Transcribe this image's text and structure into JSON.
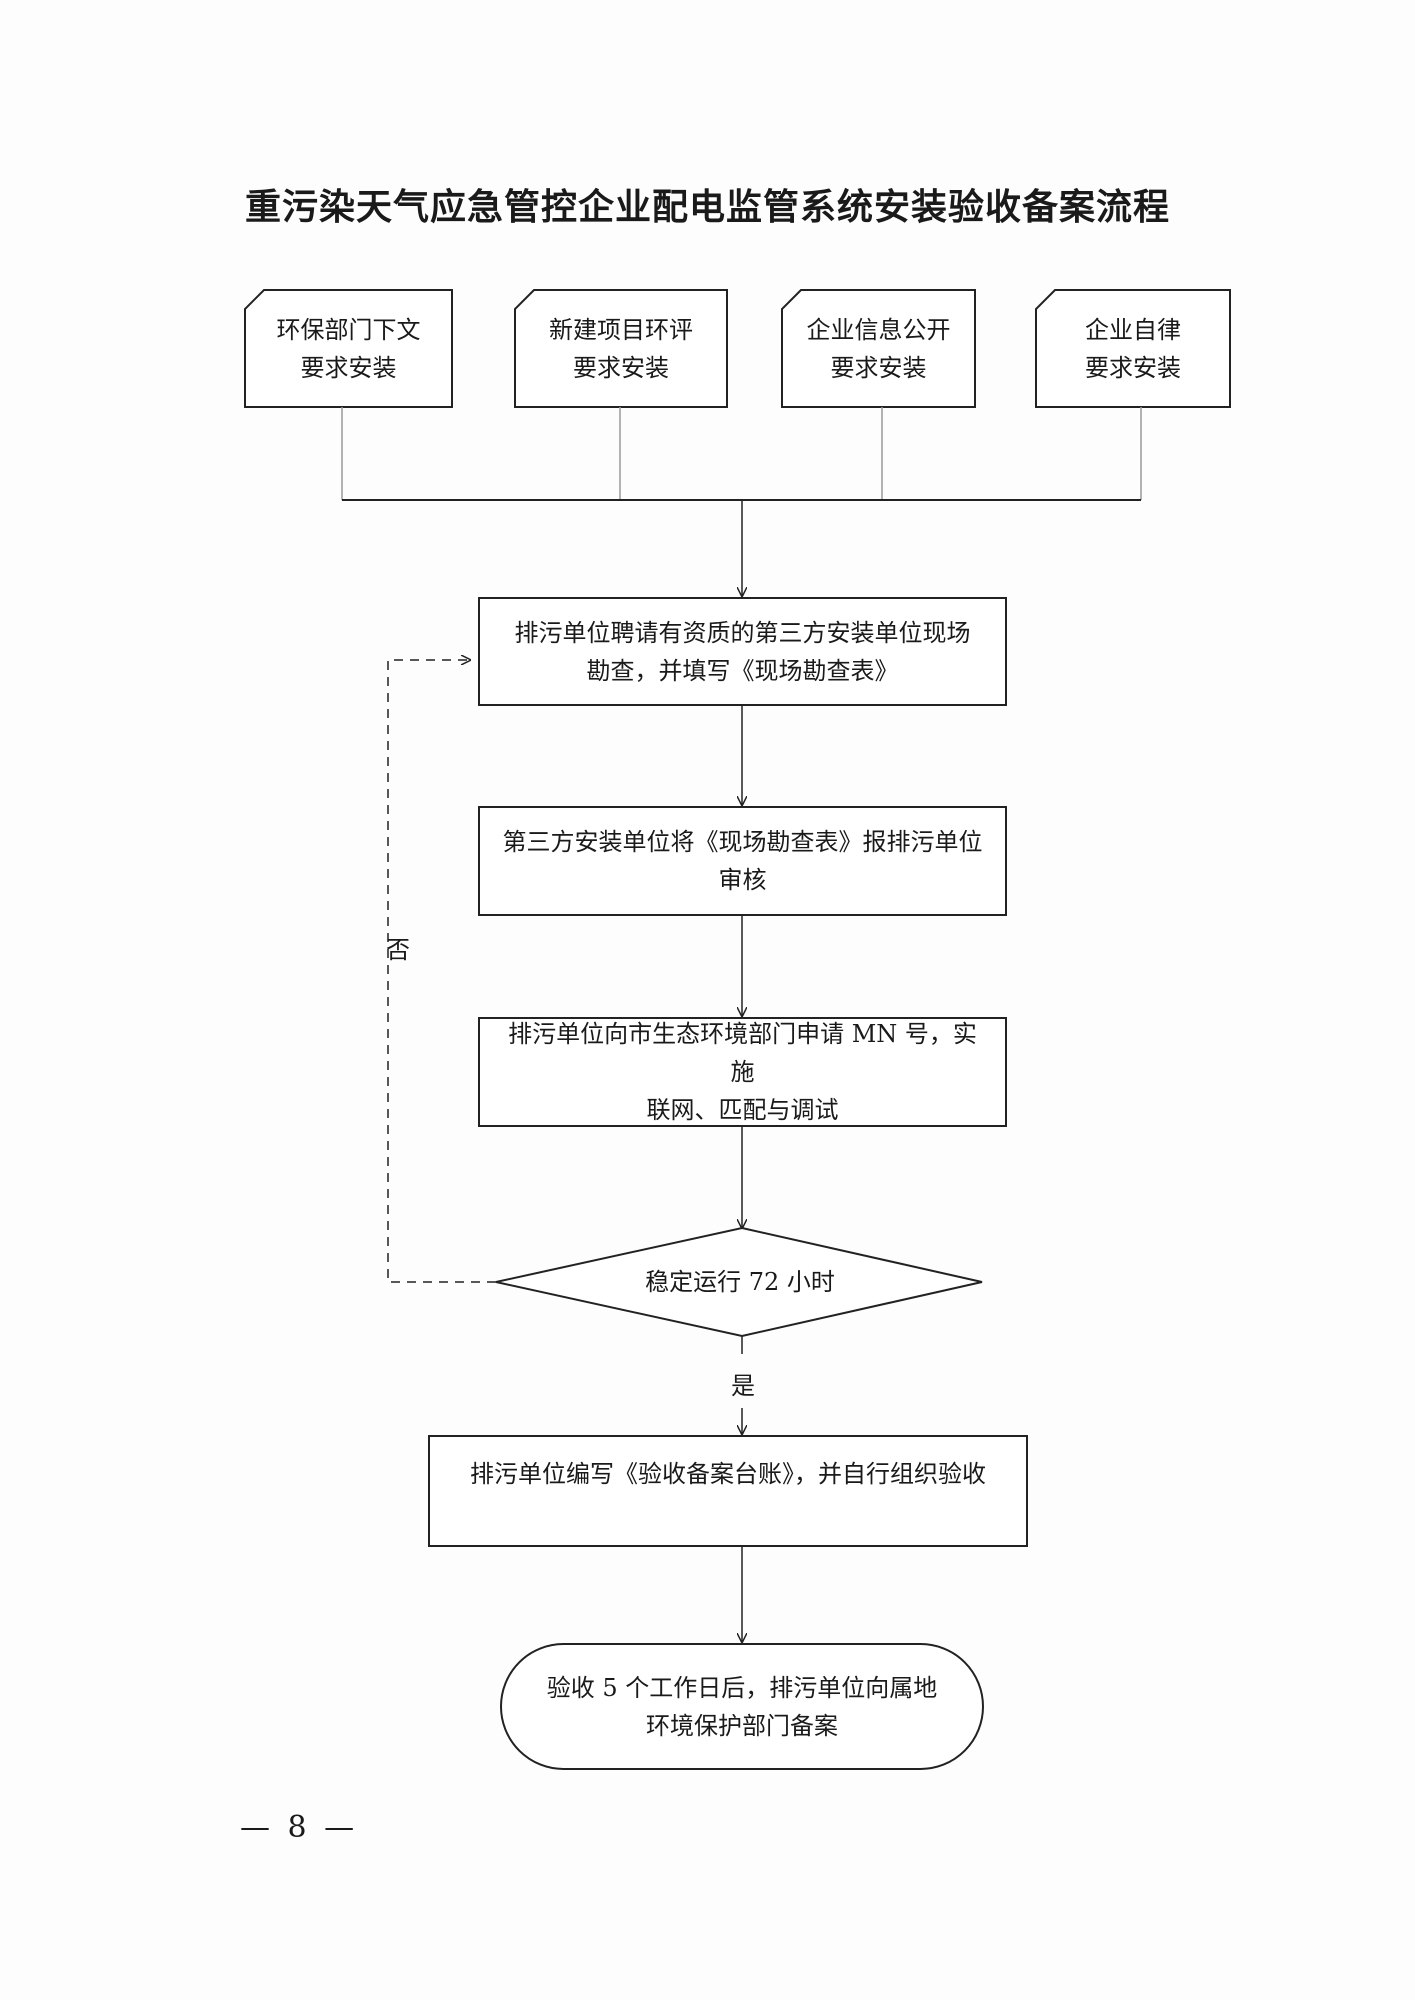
{
  "title": "重污染天气应急管控企业配电监管系统安装验收备案流程",
  "triggers": [
    {
      "line1": "环保部门下文",
      "line2": "要求安装"
    },
    {
      "line1": "新建项目环评",
      "line2": "要求安装"
    },
    {
      "line1": "企业信息公开",
      "line2": "要求安装"
    },
    {
      "line1": "企业自律",
      "line2": "要求安装"
    }
  ],
  "steps": {
    "survey": {
      "line1": "排污单位聘请有资质的第三方安装单位现场",
      "line2": "勘查，并填写《现场勘查表》"
    },
    "review": {
      "line1": "第三方安装单位将《现场勘查表》报排污单位",
      "line2": "审核"
    },
    "network": {
      "line1": "排污单位向市生态环境部门申请 MN 号，实施",
      "line2": "联网、匹配与调试"
    },
    "decision": "稳定运行 72 小时",
    "acceptance": "排污单位编写《验收备案台账》，并自行组织验收",
    "filing": {
      "line1": "验收 5 个工作日后，排污单位向属地",
      "line2": "环境保护部门备案"
    }
  },
  "labels": {
    "no": "否",
    "yes": "是"
  },
  "page_number": "— 8 —"
}
